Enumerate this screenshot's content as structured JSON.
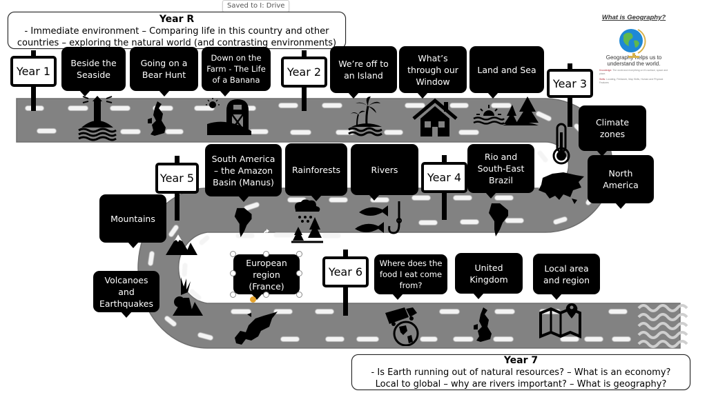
{
  "tooltip": {
    "saved_label": "Saved to I: Drive"
  },
  "year_r": {
    "title": "Year R",
    "description": "- Immediate environment – Comparing life in this country and other countries – exploring the natural world  (and contrasting environments)"
  },
  "year_7": {
    "title": "Year 7",
    "description": "- Is Earth running out of natural resources? – What is an economy? Local to global – why are rivers important? – What is geography?"
  },
  "geography_panel": {
    "title": "What is Geography?",
    "icon": "globe-icon",
    "subtitle": "Geography helps us to understand the world.",
    "knowledge_label": "Knowledge:",
    "knowledge_text": "The world and everything on it's surface, space and place.",
    "skills_label": "Skills:",
    "skills_text": "Locating, Fieldwork, Map Skills, Human and Physical Features"
  },
  "year_signs": [
    {
      "label": "Year 1"
    },
    {
      "label": "Year 2"
    },
    {
      "label": "Year 3"
    },
    {
      "label": "Year 4"
    },
    {
      "label": "Year 5"
    },
    {
      "label": "Year 6"
    }
  ],
  "topics": [
    {
      "label": "Beside the Seaside",
      "icon": "lighthouse-icon",
      "year": "Year 1"
    },
    {
      "label": "Going on a Bear Hunt",
      "icon": "uk-map-icon",
      "year": "Year 1"
    },
    {
      "label": "Down on the Farm - The Life of a Banana",
      "icon": "barn-icon",
      "year": "Year 1"
    },
    {
      "label": "We’re off to an Island",
      "icon": "palm-island-icon",
      "year": "Year 2"
    },
    {
      "label": "What’s through our Window",
      "icon": "house-icon",
      "year": "Year 2"
    },
    {
      "label": "Land and Sea",
      "icon": "sunset-trees-icon",
      "year": "Year 2"
    },
    {
      "label": "Climate zones",
      "icon": "thermometer-icon",
      "year": "Year 3"
    },
    {
      "label": "North America",
      "icon": "asia-map-icon",
      "year": "Year 3"
    },
    {
      "label": "Rio and South-East Brazil",
      "icon": "south-america-icon",
      "year": "Year 4"
    },
    {
      "label": "Rivers",
      "icon": "fish-hook-icon",
      "year": "Year 4"
    },
    {
      "label": "Rainforests",
      "icon": "rain-forest-icon",
      "year": "Year 5"
    },
    {
      "label": "South America – the Amazon Basin (Manus)",
      "icon": "south-america-icon",
      "year": "Year 5"
    },
    {
      "label": "Mountains",
      "icon": "mountain-icon",
      "year": "Year 5"
    },
    {
      "label": "Volcanoes and Earthquakes",
      "icon": "volcano-icon",
      "year": "Year 5"
    },
    {
      "label": "European region (France)",
      "icon": "europe-map-icon",
      "year": "Year 6",
      "selected": true
    },
    {
      "label": "Where does the food I eat come from?",
      "icon": "truck-globe-icon",
      "year": "Year 6"
    },
    {
      "label": "United Kingdom",
      "icon": "uk-map-icon",
      "year": "Year 6"
    },
    {
      "label": "Local area and region",
      "icon": "map-pin-icon",
      "year": "Year 6"
    }
  ],
  "colors": {
    "road": "#828282",
    "road_edge": "#6e6e6e",
    "lane_marking": "#f2f2f2",
    "bubble": "#000000",
    "selection_handle": "#e4a22b",
    "knowledge_label": "#b3313d"
  }
}
